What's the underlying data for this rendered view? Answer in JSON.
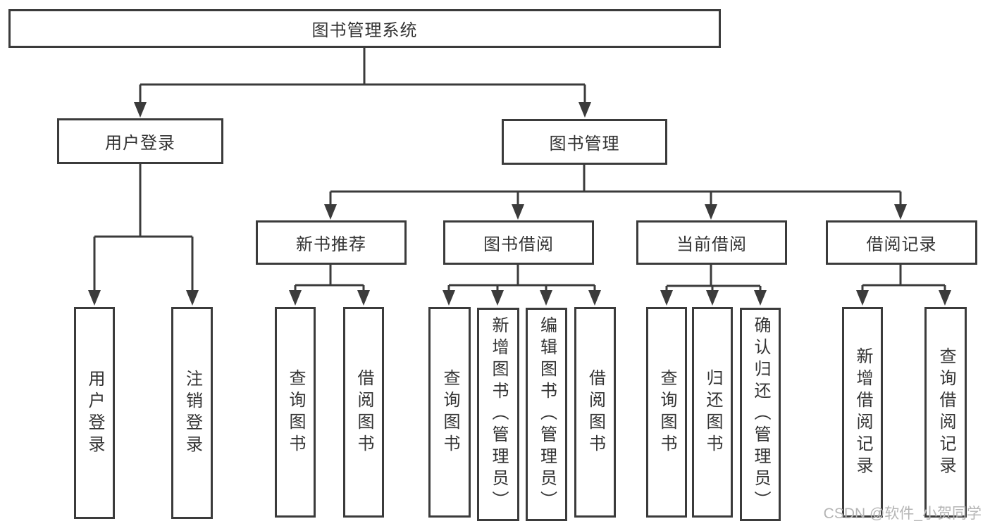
{
  "colors": {
    "line": "#3b3b3b",
    "box_border": "#3b3b3b",
    "text": "#333333",
    "background": "#ffffff",
    "watermark": "#b5b5b5"
  },
  "watermark": {
    "text": "CSDN @软件_小贺同学"
  },
  "tree": {
    "label": "图书管理系统",
    "children": [
      {
        "label": "用户登录",
        "children": [
          {
            "label": "用户登录"
          },
          {
            "label": "注销登录"
          }
        ]
      },
      {
        "label": "图书管理",
        "children": [
          {
            "label": "新书推荐",
            "children": [
              {
                "label": "查询图书"
              },
              {
                "label": "借阅图书"
              }
            ]
          },
          {
            "label": "图书借阅",
            "children": [
              {
                "label": "查询图书"
              },
              {
                "label": "新增图书（管理员）"
              },
              {
                "label": "编辑图书（管理员）"
              },
              {
                "label": "借阅图书"
              }
            ]
          },
          {
            "label": "当前借阅",
            "children": [
              {
                "label": "查询图书"
              },
              {
                "label": "归还图书"
              },
              {
                "label": "确认归还（管理员）"
              }
            ]
          },
          {
            "label": "借阅记录",
            "children": [
              {
                "label": "新增借阅记录"
              },
              {
                "label": "查询借阅记录"
              }
            ]
          }
        ]
      }
    ]
  }
}
